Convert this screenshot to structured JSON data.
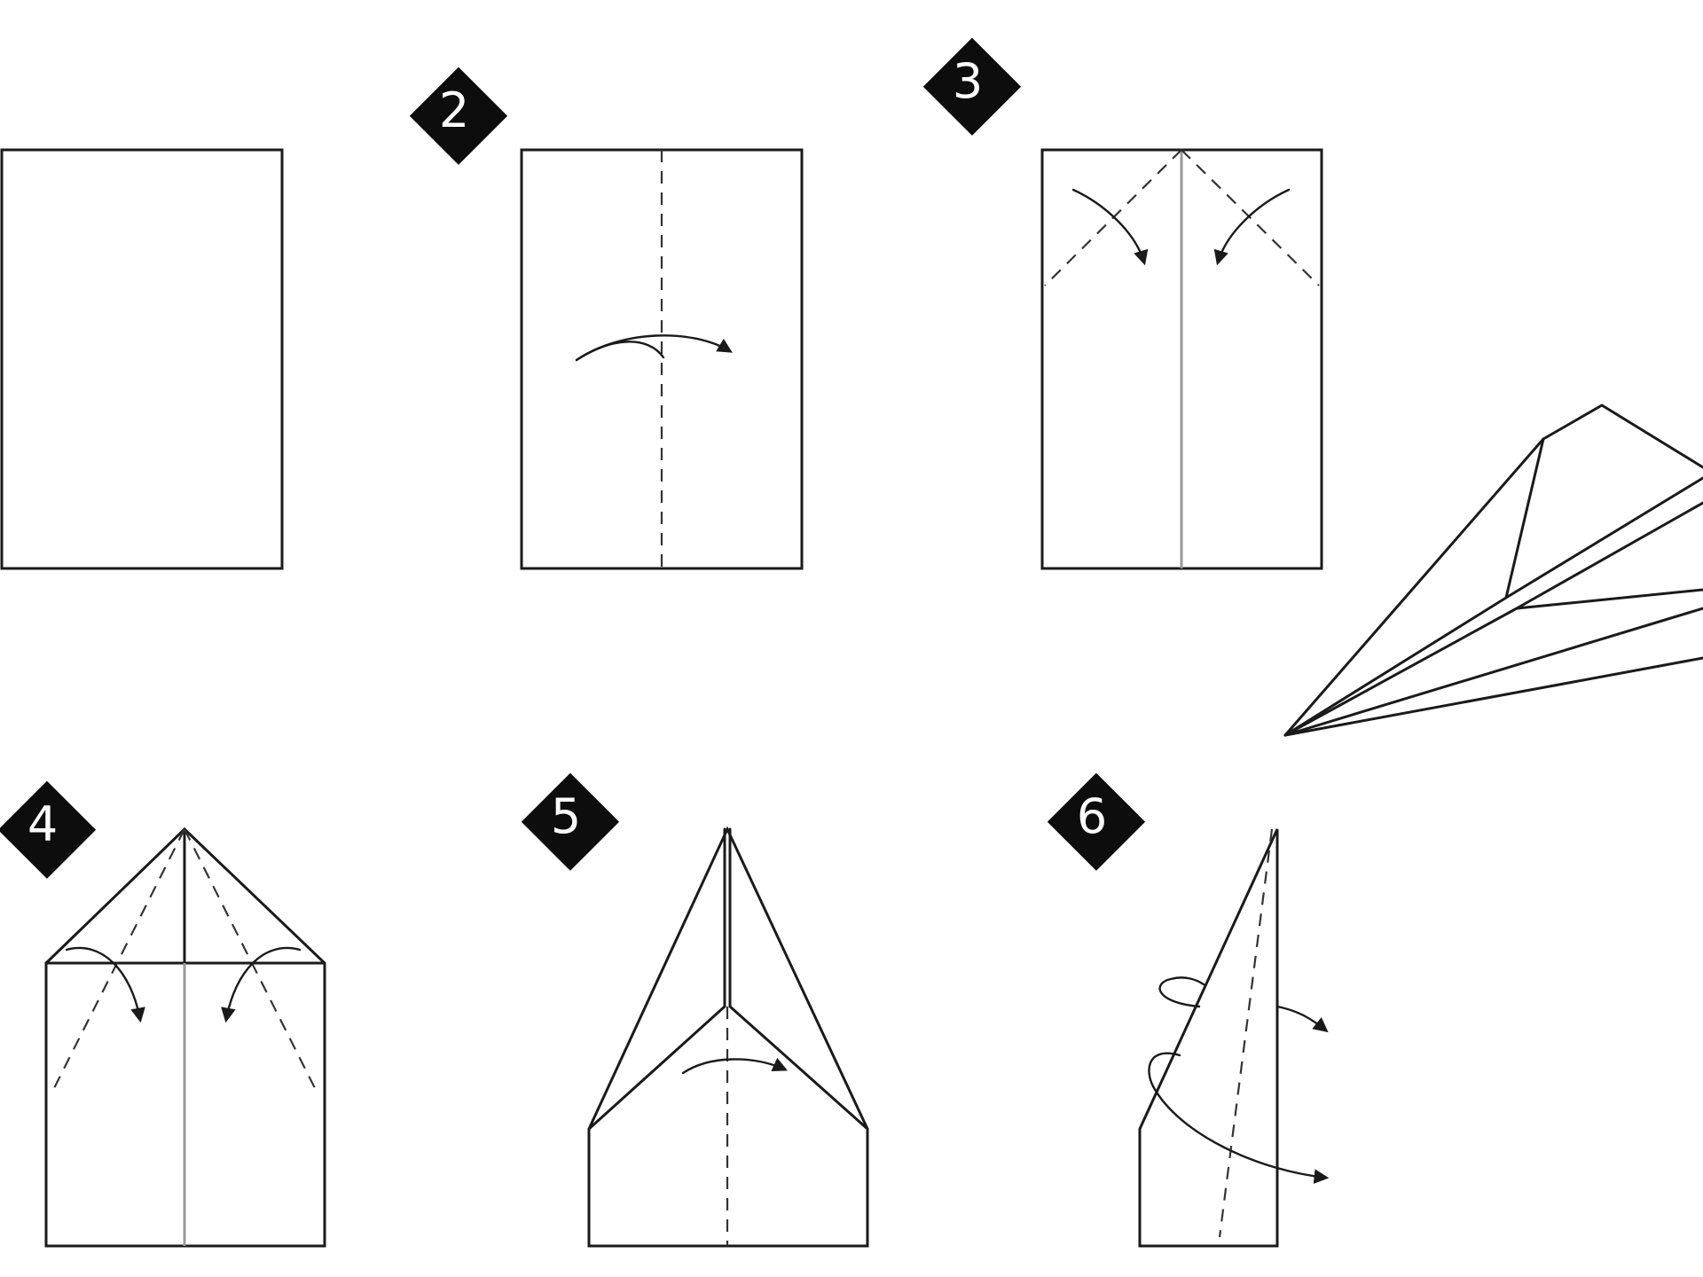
{
  "colors": {
    "badge": "#0d0d0d",
    "line": "#1a1a1a",
    "crease": "#9a9a9a",
    "background": "#ffffff"
  },
  "steps": [
    {
      "number": "2"
    },
    {
      "number": "3"
    },
    {
      "number": "4"
    },
    {
      "number": "5"
    },
    {
      "number": "6"
    }
  ]
}
